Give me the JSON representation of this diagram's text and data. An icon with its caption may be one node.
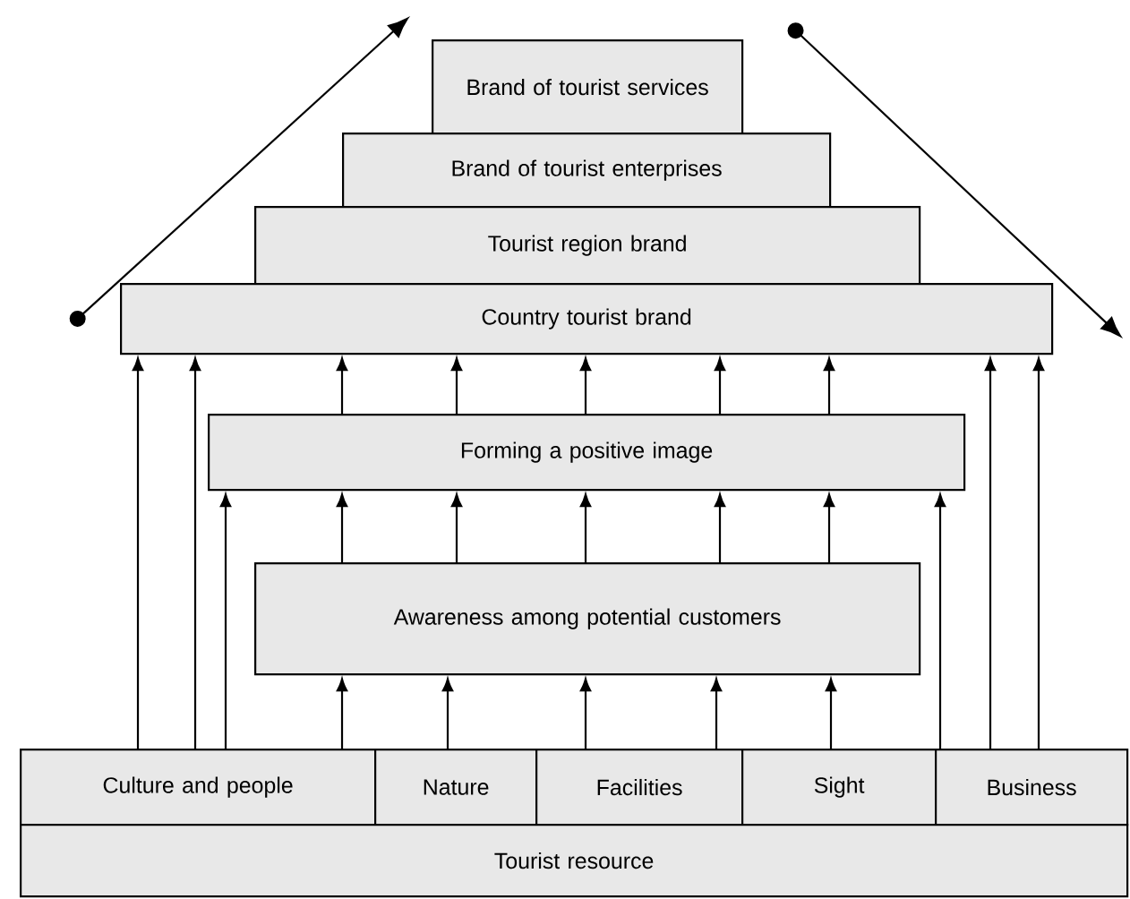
{
  "diagram": {
    "nodes": [
      {
        "text": [
          "Brand of tourist services"
        ]
      },
      {
        "text": [
          "Brand of tourist enterprises"
        ]
      },
      {
        "text": [
          "Tourist region brand"
        ]
      },
      {
        "text": [
          "Country tourist brand"
        ]
      },
      {
        "text": [
          "Forming a positive image"
        ]
      },
      {
        "text": [
          "Awareness among potential customers"
        ]
      },
      {
        "text": [
          "Culture and people"
        ]
      },
      {
        "text": [
          "Nature"
        ]
      },
      {
        "text": [
          "Facilities"
        ]
      },
      {
        "text": [
          "Sight"
        ]
      },
      {
        "text": [
          "Business"
        ]
      },
      {
        "text": [
          "Tourist resource"
        ]
      }
    ],
    "edges": [
      {
        "from": 4,
        "to": 3,
        "arrow": "to"
      },
      {
        "from": 4,
        "to": 3,
        "arrow": "to"
      },
      {
        "from": 4,
        "to": 3,
        "arrow": "to"
      },
      {
        "from": 4,
        "to": 3,
        "arrow": "to"
      },
      {
        "from": 4,
        "to": 3,
        "arrow": "to"
      },
      {
        "from": 5,
        "to": 4,
        "arrow": "to"
      },
      {
        "from": 5,
        "to": 4,
        "arrow": "to"
      },
      {
        "from": 5,
        "to": 4,
        "arrow": "to"
      },
      {
        "from": 5,
        "to": 4,
        "arrow": "to"
      },
      {
        "from": 5,
        "to": 4,
        "arrow": "to"
      },
      {
        "from": 6,
        "to": 5,
        "arrow": "to"
      },
      {
        "from": 7,
        "to": 5,
        "arrow": "to"
      },
      {
        "from": 8,
        "to": 5,
        "arrow": "to"
      },
      {
        "from": 8,
        "to": 5,
        "arrow": "to"
      },
      {
        "from": 9,
        "to": 5,
        "arrow": "to"
      },
      {
        "from": 6,
        "to": 3,
        "arrow": "to"
      },
      {
        "from": 6,
        "to": 3,
        "arrow": "to"
      },
      {
        "from": 6,
        "to": 4,
        "arrow": "to"
      },
      {
        "from": 10,
        "to": 4,
        "arrow": "to"
      },
      {
        "from": 10,
        "to": 3,
        "arrow": "to"
      },
      {
        "from": 10,
        "to": 3,
        "arrow": "to"
      }
    ]
  }
}
